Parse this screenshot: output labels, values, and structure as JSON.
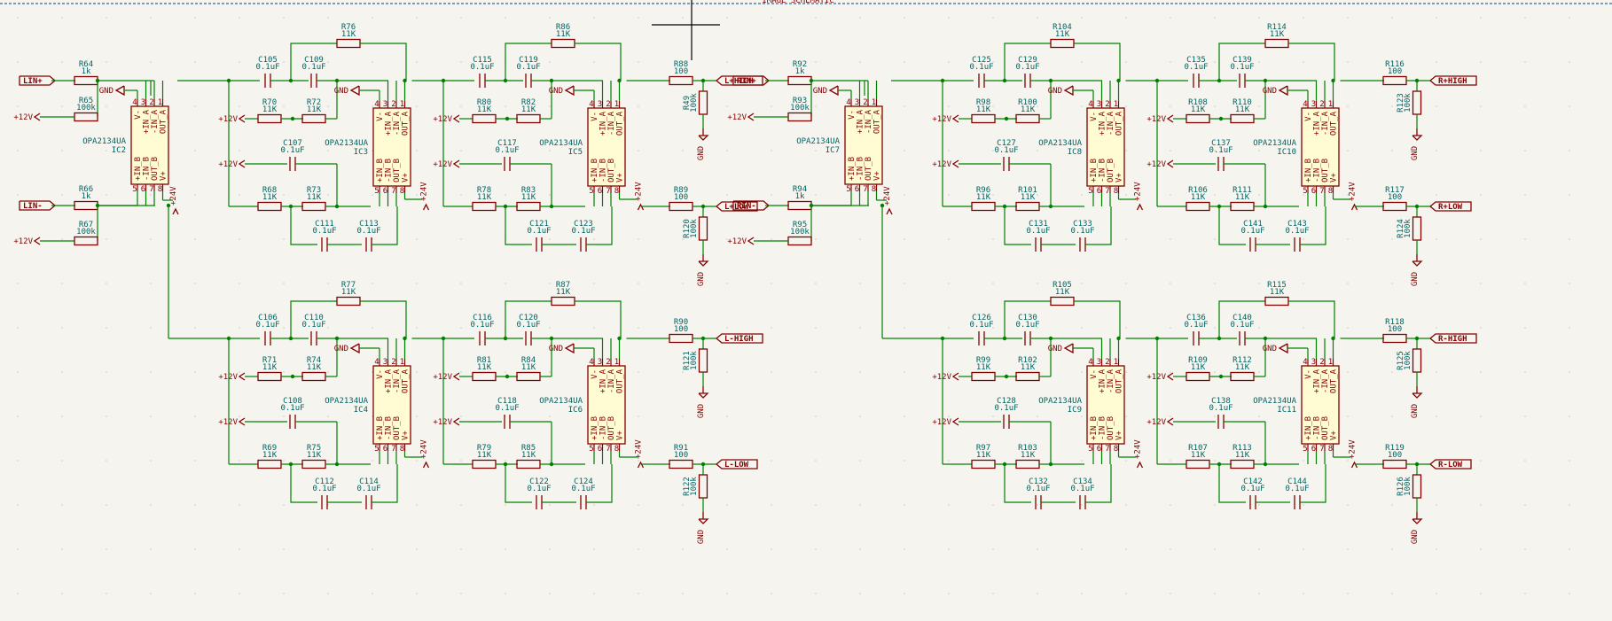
{
  "title_block_text": "IMAGE SCHEMATIC",
  "gnd": "GND",
  "p12": "+12V",
  "p24": "+24V",
  "cap_value": "0.1uF",
  "res_11k": "11K",
  "res_100": "100",
  "res_100k": "100k",
  "res_1k": "1k",
  "opamp": {
    "part": "OPA2134UA",
    "pins_top": [
      "V-",
      "+IN_A",
      "-IN_A",
      "OUT_A"
    ],
    "pins_bot": [
      "+IN_B",
      "-IN_B",
      "OUT_B",
      "V+"
    ],
    "nums_top": [
      "4",
      "3",
      "2",
      "1"
    ],
    "nums_bot": [
      "5",
      "6",
      "7",
      "8"
    ]
  },
  "channels": [
    {
      "in_plus": "LIN+",
      "in_minus": "LIN-",
      "buf": {
        "ic": "IC2",
        "r_top": "R64",
        "r_top_b": "R65",
        "r_bot": "R66",
        "r_bot_b": "R67"
      },
      "blocks": [
        {
          "ic_a": "IC3",
          "ic_b": "IC5",
          "ct": [
            "C105",
            "C109"
          ],
          "rt": [
            "R70",
            "R72"
          ],
          "cm": "C107",
          "rb": [
            "R68",
            "R73"
          ],
          "cb": [
            "C111",
            "C113"
          ],
          "rfb": "R76",
          "ct2": [
            "C115",
            "C119"
          ],
          "rt2": [
            "R80",
            "R82"
          ],
          "cm2": "C117",
          "rb2": [
            "R78",
            "R83"
          ],
          "cb2": [
            "C121",
            "C123"
          ],
          "rfb2": "R86",
          "rout_hi": "R88",
          "rout_lo": "R89",
          "rl_hi": "R49",
          "rl_lo": "R120",
          "out_hi": "L+HIGH",
          "out_lo": "L+LOW"
        },
        {
          "ic_a": "IC4",
          "ic_b": "IC6",
          "ct": [
            "C106",
            "C110"
          ],
          "rt": [
            "R71",
            "R74"
          ],
          "cm": "C108",
          "rb": [
            "R69",
            "R75"
          ],
          "cb": [
            "C112",
            "C114"
          ],
          "rfb": "R77",
          "ct2": [
            "C116",
            "C120"
          ],
          "rt2": [
            "R81",
            "R84"
          ],
          "cm2": "C118",
          "rb2": [
            "R79",
            "R85"
          ],
          "cb2": [
            "C122",
            "C124"
          ],
          "rfb2": "R87",
          "rout_hi": "R90",
          "rout_lo": "R91",
          "rl_hi": "R121",
          "rl_lo": "R122",
          "out_hi": "L-HIGH",
          "out_lo": "L-LOW"
        }
      ]
    },
    {
      "in_plus": "RIN+",
      "in_minus": "RIN-",
      "buf": {
        "ic": "IC7",
        "r_top": "R92",
        "r_top_b": "R93",
        "r_bot": "R94",
        "r_bot_b": "R95"
      },
      "blocks": [
        {
          "ic_a": "IC8",
          "ic_b": "IC10",
          "ct": [
            "C125",
            "C129"
          ],
          "rt": [
            "R98",
            "R100"
          ],
          "cm": "C127",
          "rb": [
            "R96",
            "R101"
          ],
          "cb": [
            "C131",
            "C133"
          ],
          "rfb": "R104",
          "ct2": [
            "C135",
            "C139"
          ],
          "rt2": [
            "R108",
            "R110"
          ],
          "cm2": "C137",
          "rb2": [
            "R106",
            "R111"
          ],
          "cb2": [
            "C141",
            "C143"
          ],
          "rfb2": "R114",
          "rout_hi": "R116",
          "rout_lo": "R117",
          "rl_hi": "R123",
          "rl_lo": "R124",
          "out_hi": "R+HIGH",
          "out_lo": "R+LOW"
        },
        {
          "ic_a": "IC9",
          "ic_b": "IC11",
          "ct": [
            "C126",
            "C130"
          ],
          "rt": [
            "R99",
            "R102"
          ],
          "cm": "C128",
          "rb": [
            "R97",
            "R103"
          ],
          "cb": [
            "C132",
            "C134"
          ],
          "rfb": "R105",
          "ct2": [
            "C136",
            "C140"
          ],
          "rt2": [
            "R109",
            "R112"
          ],
          "cm2": "C138",
          "rb2": [
            "R107",
            "R113"
          ],
          "cb2": [
            "C142",
            "C144"
          ],
          "rfb2": "R115",
          "rout_hi": "R118",
          "rout_lo": "R119",
          "rl_hi": "R125",
          "rl_lo": "R126",
          "out_hi": "R-HIGH",
          "out_lo": "R-LOW"
        }
      ]
    }
  ]
}
